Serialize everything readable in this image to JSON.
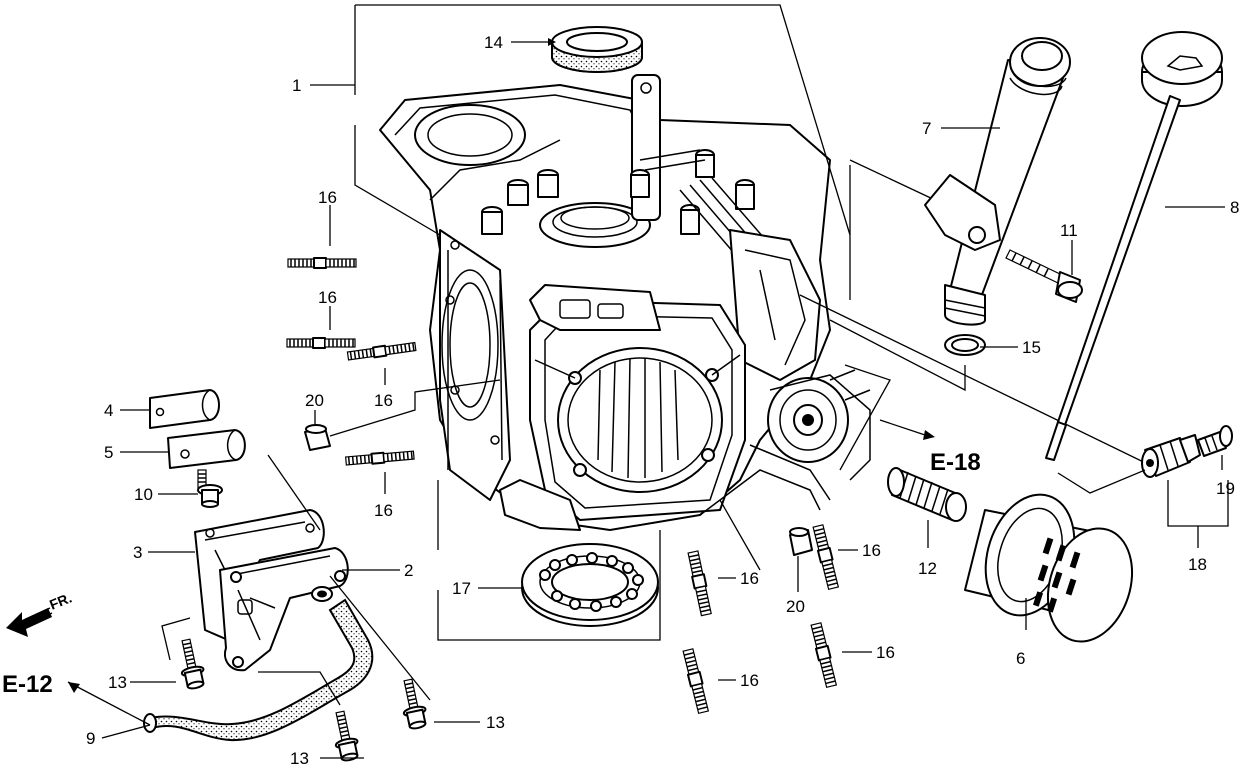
{
  "diagram": {
    "callouts": {
      "c1": "1",
      "c2": "2",
      "c3": "3",
      "c4": "4",
      "c5": "5",
      "c6": "6",
      "c7": "7",
      "c8": "8",
      "c9": "9",
      "c10": "10",
      "c11": "11",
      "c12": "12",
      "c13": "13",
      "c14": "14",
      "c15": "15",
      "c16": "16",
      "c17": "17",
      "c18": "18",
      "c19": "19",
      "c20": "20"
    },
    "refs": {
      "e18": "E-18",
      "e12": "E-12",
      "fr": "FR."
    }
  }
}
